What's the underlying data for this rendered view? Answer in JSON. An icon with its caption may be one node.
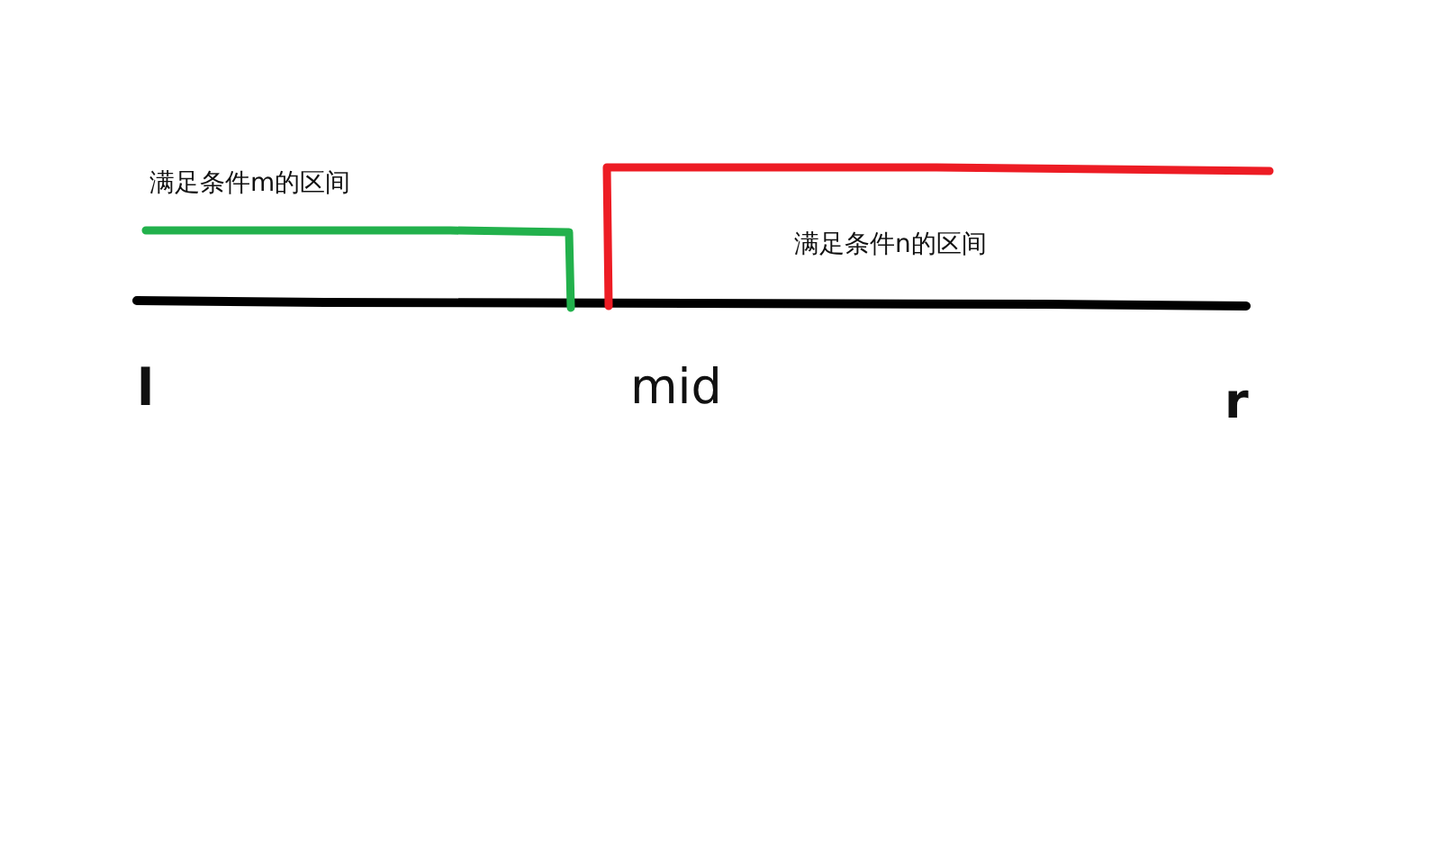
{
  "diagram": {
    "labels": [
      "满足条件m的区间",
      "满足条件n的区间",
      "l",
      "mid",
      "r"
    ]
  }
}
